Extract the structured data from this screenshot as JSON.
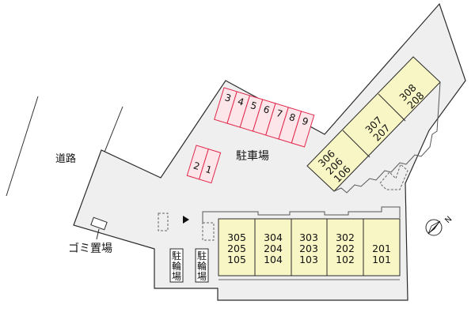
{
  "map": {
    "road_label": "道路",
    "parking_label": "駐車場",
    "garbage_label": "ゴミ置場",
    "bicycle_parking": [
      "駐\n輪\n場",
      "駐\n輪\n場"
    ],
    "north_label": "N",
    "parking_spaces": [
      "3",
      "4",
      "5",
      "6",
      "7",
      "8",
      "9",
      "2",
      "1"
    ],
    "building_a_units": [
      [
        "305",
        "205",
        "105"
      ],
      [
        "304",
        "204",
        "104"
      ],
      [
        "303",
        "203",
        "103"
      ],
      [
        "302",
        "202",
        "102"
      ],
      [
        "201",
        "101"
      ]
    ],
    "building_b_units": [
      [
        "306",
        "206",
        "106"
      ],
      [
        "307",
        "207"
      ],
      [
        "308",
        "208"
      ]
    ],
    "colors": {
      "lot": "#efefef",
      "outline": "#2b2b2b",
      "building": "#f8f6c4",
      "parking_fill": "#fde6ea",
      "parking_line": "#e0274b"
    }
  }
}
